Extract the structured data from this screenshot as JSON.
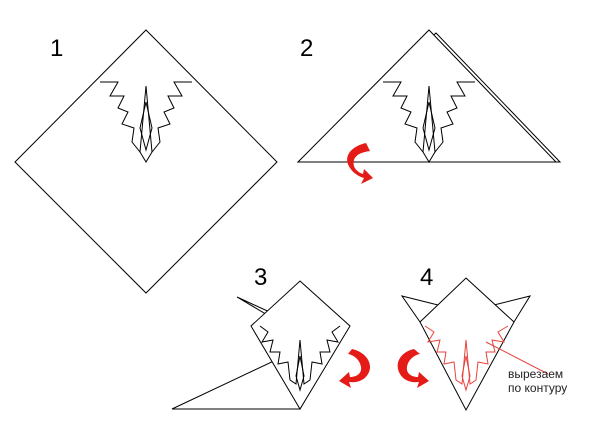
{
  "steps": [
    {
      "number": "1"
    },
    {
      "number": "2"
    },
    {
      "number": "3"
    },
    {
      "number": "4"
    }
  ],
  "note": {
    "line1": "вырезаем",
    "line2": "по контуру"
  },
  "colors": {
    "outline": "#000000",
    "arrow": "#e41b17",
    "cut_line": "#e8423c",
    "background": "#ffffff"
  }
}
